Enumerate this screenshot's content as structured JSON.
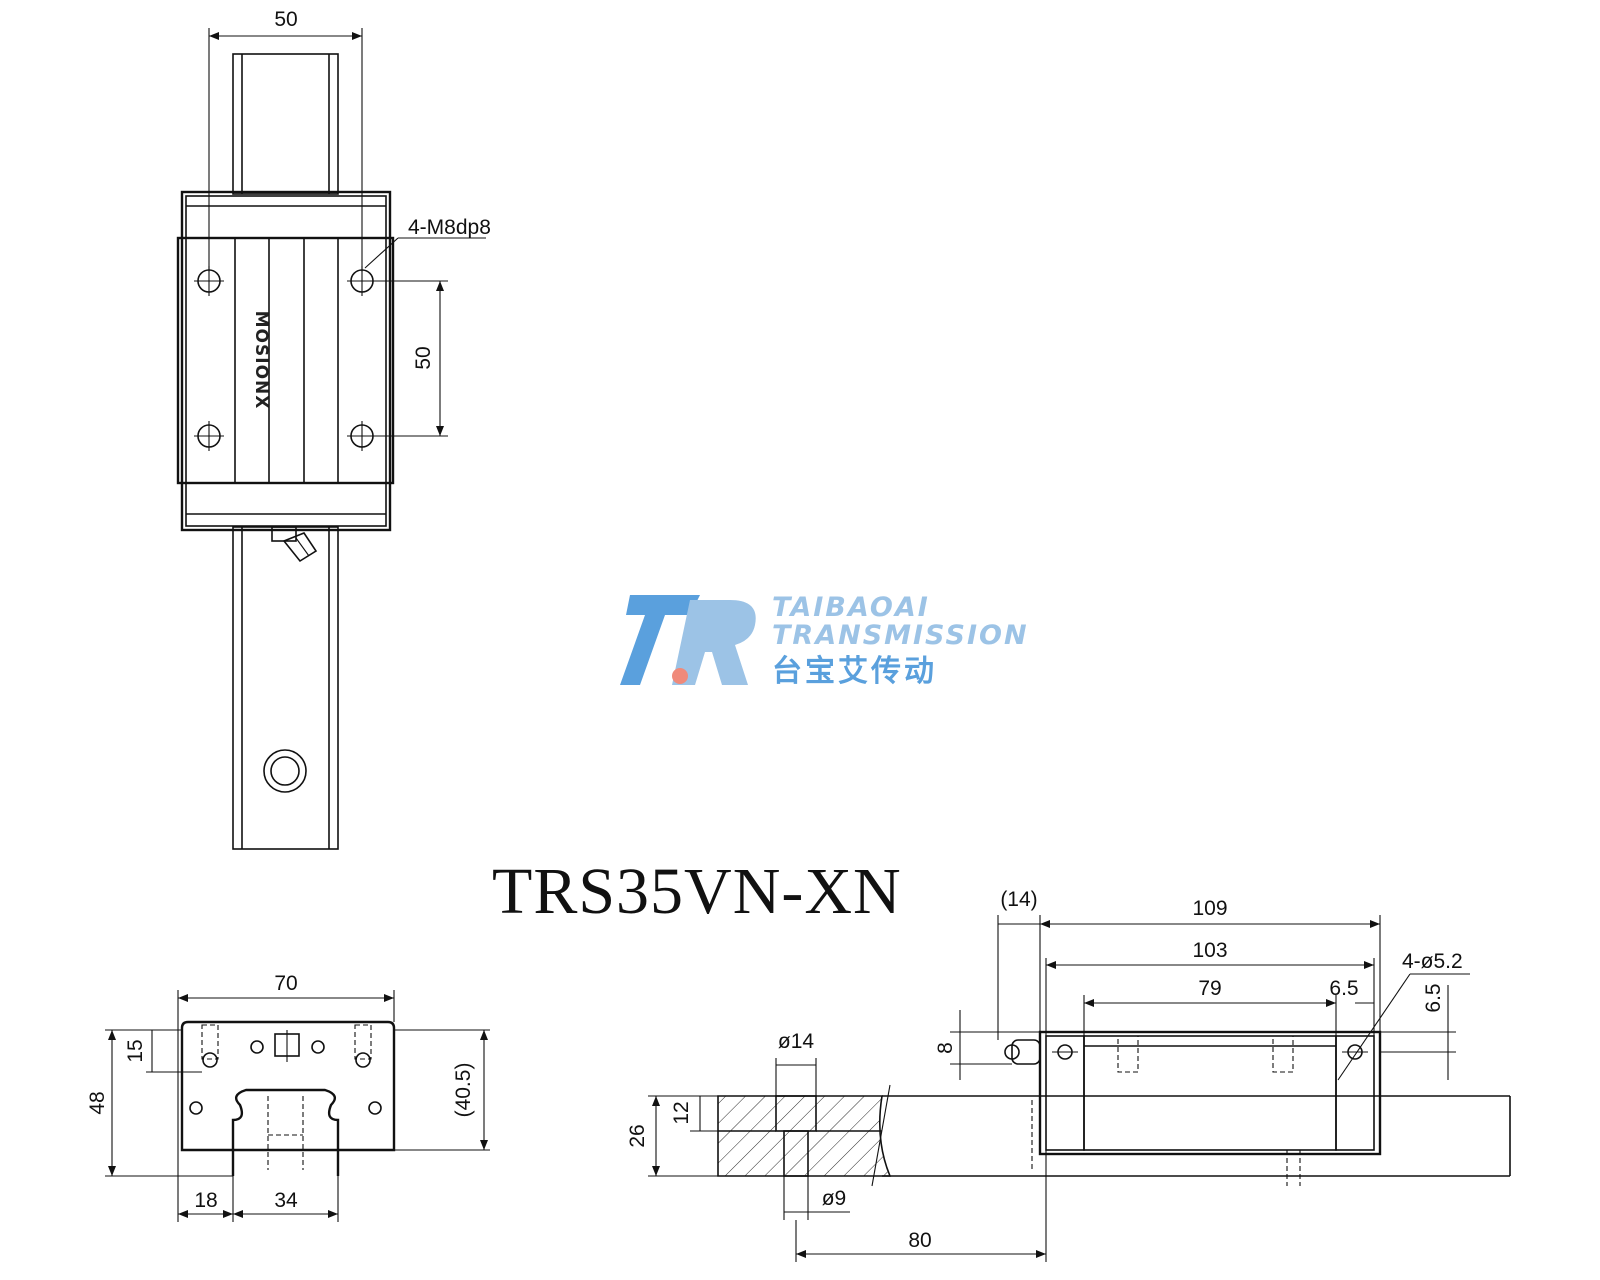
{
  "title": "TRS35VN-XN",
  "brand": {
    "name_en_1": "TAIBAOAI",
    "name_en_2": "TRANSMISSION",
    "name_cn": "台宝艾传动",
    "colors": {
      "logo_blue": "#5aa0dd",
      "logo_light": "#9cc3e6",
      "logo_dot": "#f08a7a"
    }
  },
  "block_marking": "MOSIONX",
  "top_view": {
    "width": "50",
    "hole_pitch": "50",
    "holes": "4-M8dp8"
  },
  "end_view": {
    "width": "70",
    "height": "48",
    "top_offset": "15",
    "rail_height": "(40.5)",
    "side_offset": "18",
    "rail_width": "34"
  },
  "rail_section": {
    "counterbore_dia": "ø14",
    "counterbore_depth": "12",
    "rail_height": "26",
    "hole_dia": "ø9",
    "pitch": "80"
  },
  "side_view": {
    "nipple": "(14)",
    "length": "109",
    "body_length": "103",
    "hole_pitch": "79",
    "edge_offset": "6.5",
    "vertical_offset": "6.5",
    "nipple_height": "8",
    "end_holes": "4-ø5.2"
  }
}
